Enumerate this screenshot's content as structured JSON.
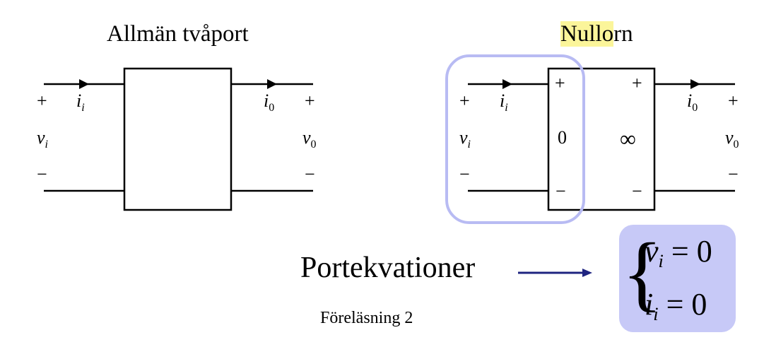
{
  "titles": {
    "left": "Allmän tvåport",
    "right_highlight": "Nullo",
    "right_rest": "rn"
  },
  "left_port": {
    "input_plus": "+",
    "input_current_var": "i",
    "input_current_sub": "i",
    "input_voltage_var": "v",
    "input_voltage_sub": "i",
    "input_minus": "−",
    "output_current_var": "i",
    "output_current_sub": "0",
    "output_plus": "+",
    "output_voltage_var": "v",
    "output_voltage_sub": "0",
    "output_minus": "−"
  },
  "right_port": {
    "input_plus": "+",
    "input_current_var": "i",
    "input_current_sub": "i",
    "input_voltage_var": "v",
    "input_voltage_sub": "i",
    "input_minus": "−",
    "nullator_plus": "+",
    "nullator_value": "0",
    "nullator_minus": "−",
    "norator_plus": "+",
    "norator_value": "∞",
    "norator_minus": "−",
    "output_current_var": "i",
    "output_current_sub": "0",
    "output_plus": "+",
    "output_voltage_var": "v",
    "output_voltage_sub": "0",
    "output_minus": "−"
  },
  "portekvationer": "Portekvationer",
  "equations": {
    "eq1_var": "v",
    "eq1_sub": "i",
    "eq1_rhs": "= 0",
    "eq2_var": "i",
    "eq2_sub": "i",
    "eq2_rhs": "= 0"
  },
  "footer": "Föreläsning 2",
  "colors": {
    "highlight": "#fbf59a",
    "selection_outline": "#b8bbf3",
    "equation_box": "#c7c9f7",
    "arrow": "#1f2480"
  }
}
